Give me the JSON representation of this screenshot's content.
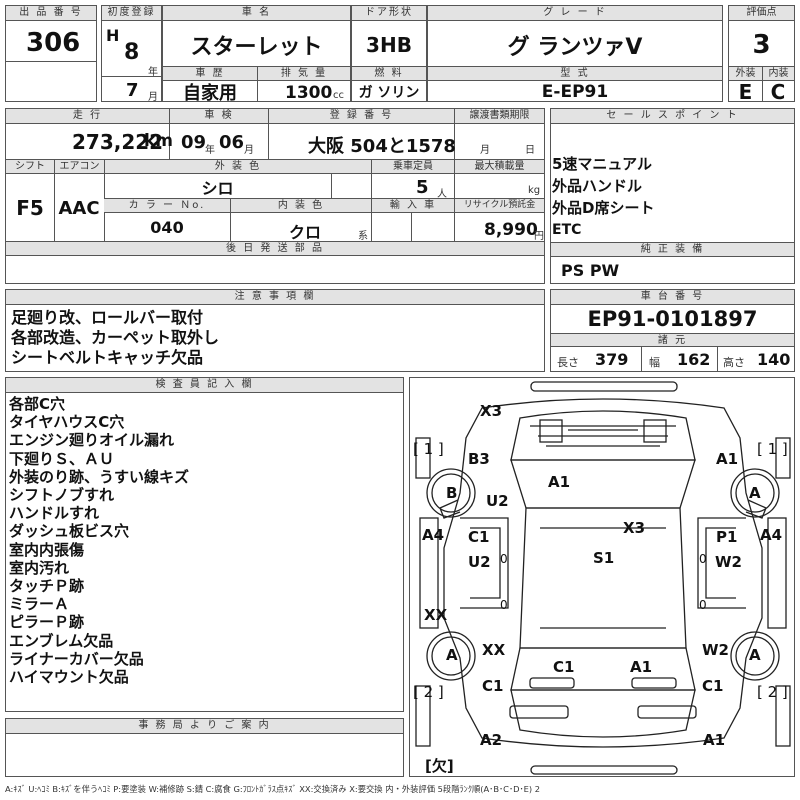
{
  "header": {
    "lot_label": "出 品 番 号",
    "lot_number": "306",
    "first_reg_label": "初度登録",
    "era": "H",
    "year": "8",
    "year_unit": "年",
    "month": "7",
    "month_unit": "月",
    "name_label": "車 名",
    "car_name": "スターレット",
    "door_label": "ドア形状",
    "door_type": "3HB",
    "grade_label": "グ レ ー ド",
    "grade": "グ ランツァV",
    "score_label": "評価点",
    "score": "3",
    "history_label": "車 歴",
    "history": "自家用",
    "disp_label": "排 気 量",
    "displacement": "1300",
    "disp_unit": "cc",
    "fuel_label": "燃 料",
    "fuel": "ガ ソリン",
    "model_label": "型 式",
    "model": "E-EP91",
    "ext_label": "外装",
    "ext_grade": "E",
    "int_label": "内装",
    "int_grade": "C"
  },
  "row2": {
    "mileage_label": "走 行",
    "mileage": "273,222",
    "mileage_unit": "km",
    "inspection_label": "車 検",
    "insp_year": "09",
    "insp_year_unit": "年",
    "insp_month": "06",
    "insp_month_unit": "月",
    "reg_label": "登 録 番 号",
    "reg_number": "大阪 504と1578",
    "transfer_label": "譲渡書類期限",
    "transfer_month_unit": "月",
    "transfer_day_unit": "日",
    "shift_label": "シフト",
    "shift": "F5",
    "ac_label": "エアコン",
    "ac": "AAC",
    "color_label": "外 装 色",
    "color": "シロ",
    "capacity_label": "乗車定員",
    "capacity": "5",
    "capacity_unit": "人",
    "load_label": "最大積載量",
    "load_unit": "kg",
    "color_no_label": "カ ラ ー Ｎo.",
    "color_no": "040",
    "interior_label": "内 装 色",
    "interior_color": "クロ",
    "interior_unit": "系",
    "import_label": "輸 入 車",
    "recycle_label": "リサイクル預託金",
    "recycle": "8,990",
    "recycle_unit": "円",
    "later_parts_label": "後 日 発 送 部 品"
  },
  "sales": {
    "label": "セ ー ル ス ポ イ ン ト",
    "items": [
      "5速マニュアル",
      "外品ハンドル",
      "外品D席シート",
      "ETC"
    ]
  },
  "equipment": {
    "label": "純 正 装 備",
    "value": "PS  PW"
  },
  "notes": {
    "label": "注 意 事 項 欄",
    "lines": [
      "足廻り改、ロールバー取付",
      "各部改造、カーペット取外し",
      "シートベルトキャッチ欠品"
    ]
  },
  "chassis": {
    "label": "車 台 番 号",
    "number": "EP91-0101897",
    "dims_label": "諸 元",
    "length_label": "長さ",
    "length": "379",
    "width_label": "幅",
    "width": "162",
    "height_label": "高さ",
    "height": "140"
  },
  "inspector": {
    "label": "検 査 員 記 入 欄",
    "lines": [
      "各部C穴",
      "タイヤハウスC穴",
      "エンジン廻りオイル漏れ",
      "下廻りＳ、ＡＵ",
      "外装のり跡、うすい線キズ",
      "シフトノブすれ",
      "ハンドルすれ",
      "ダッシュ板ビス穴",
      "室内内張傷",
      "室内汚れ",
      "タッチＰ跡",
      "ミラーＡ",
      "ピラーＰ跡",
      "エンブレム欠品",
      "ライナーカバー欠品",
      "ハイマウント欠品"
    ]
  },
  "office": {
    "label": "事 務 局 よ り ご 案 内"
  },
  "diagram": {
    "bracket_1_left": "[ 1 ]",
    "bracket_1_right": "[ 1 ]",
    "bracket_2_left": "[ 2 ]",
    "bracket_2_right": "[ 2 ]",
    "missing": "[欠]",
    "marks": {
      "x3_top": "X3",
      "b3": "B3",
      "a1_top_right": "A1",
      "a1_hood": "A1",
      "tire_fl": "B",
      "u2_front": "U2",
      "tire_fr": "A",
      "x3_mid": "X3",
      "a4_left": "A4",
      "c1_left": "C1",
      "p1": "P1",
      "a4_right": "A4",
      "u2_left": "U2",
      "w2_right": "W2",
      "s1": "S1",
      "xx_left": "XX",
      "tire_rl": "A",
      "xx_rear": "XX",
      "w2_rear": "W2",
      "tire_rr": "A",
      "c1_rear_center": "C1",
      "a1_rear_center": "A1",
      "c1_rear_left": "C1",
      "c1_rear_right": "C1",
      "a2_bottom": "A2",
      "a1_bottom": "A1",
      "zero_1": "0",
      "zero_2": "0",
      "zero_3": "0",
      "zero_4": "0"
    }
  },
  "legend": "A:ｷｽﾞ U:ﾍｺﾐ B:ｷｽﾞを伴うﾍｺﾐ P:要塗装 W:補修跡 S:錆 C:腐食 G:ﾌﾛﾝﾄｶﾞﾗｽ点ｷｽﾞ XX:交換済み X:要交換  内・外装評価  5段階ﾗﾝｸ順(A･B･C･D･E) 2"
}
